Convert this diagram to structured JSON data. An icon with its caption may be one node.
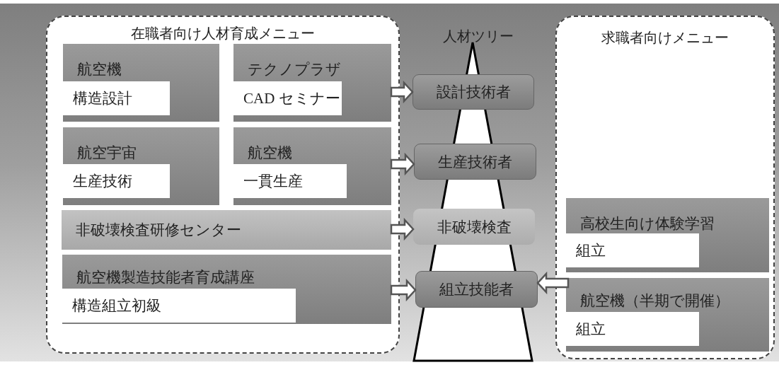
{
  "diagram": {
    "nodes": [
      {
        "text": [
          "在職者向け人材育成メニュー"
        ]
      },
      {
        "text": [
          "航空機",
          "構造設計"
        ],
        "in": 0
      },
      {
        "text": [
          "テクノプラザ",
          "CAD セミナー"
        ],
        "in": 0
      },
      {
        "text": [
          "航空宇宙",
          "生産技術"
        ],
        "in": 0
      },
      {
        "text": [
          "航空機",
          "一貫生産"
        ],
        "in": 0
      },
      {
        "text": [
          "非破壊検査研修センター"
        ],
        "in": 0
      },
      {
        "text": [
          "航空機製造技能者育成講座",
          "構造組立初級"
        ],
        "in": 0
      },
      {
        "text": [
          "設計技術者"
        ]
      },
      {
        "text": [
          "生産技術者"
        ]
      },
      {
        "text": [
          "非破壊検査"
        ]
      },
      {
        "text": [
          "組立技能者"
        ]
      },
      {
        "text": [
          "求職者向けメニュー"
        ]
      },
      {
        "text": [
          "高校生向け体験学習",
          "組立"
        ],
        "in": 11
      },
      {
        "text": [
          "航空機（半期で開催）",
          "組立"
        ],
        "in": 11
      }
    ],
    "edges": [
      {
        "from": 2,
        "to": 7,
        "arrow": "to"
      },
      {
        "from": 4,
        "to": 8,
        "arrow": "to"
      },
      {
        "from": 5,
        "to": 9,
        "arrow": "to"
      },
      {
        "from": 6,
        "to": 10,
        "arrow": "to"
      },
      {
        "from": 11,
        "to": 10,
        "arrow": "to"
      }
    ],
    "labels": [
      "人材ツリー"
    ]
  }
}
